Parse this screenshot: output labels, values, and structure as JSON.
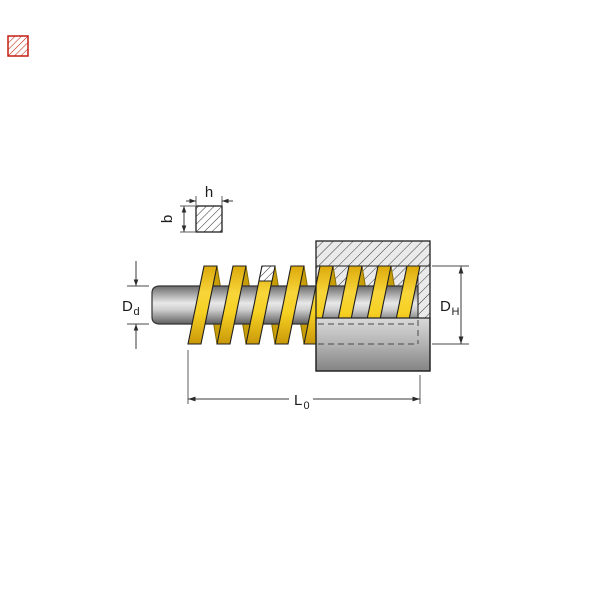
{
  "figure": {
    "kind": "die-spring technical drawing",
    "marker": {
      "description": "red hatched square swatch",
      "color": "#c41e12"
    },
    "dimensions": {
      "wire_height": {
        "label": "h"
      },
      "wire_width": {
        "label": "b"
      },
      "rod_diameter": {
        "main": "D",
        "sub": "d"
      },
      "bore_diameter": {
        "main": "D",
        "sub": "H"
      },
      "free_length": {
        "main": "L",
        "sub": "0"
      }
    },
    "colors": {
      "spring_yellow": "#f2c40d",
      "spring_yellow_dark": "#c79e08",
      "marker_red": "#c41e12",
      "metal_gray": "#9c9c9c",
      "outline": "#1f1f1f"
    }
  }
}
